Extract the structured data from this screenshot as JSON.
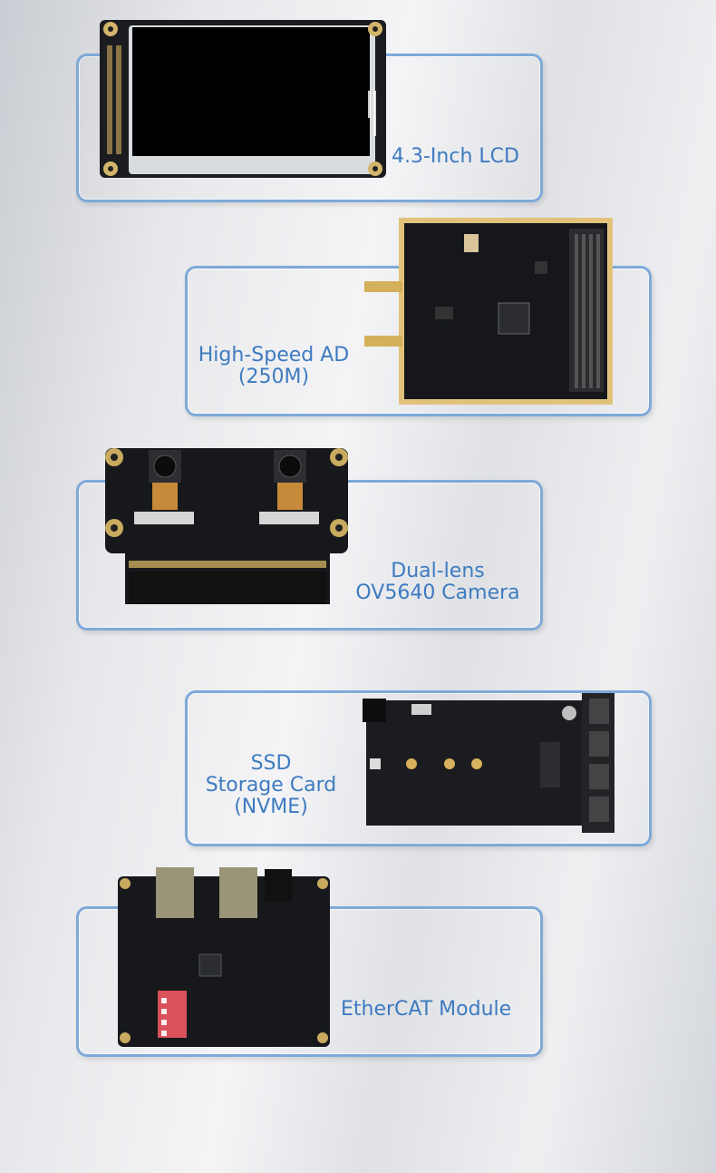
{
  "modules": [
    {
      "label": [
        "4.3-Inch LCD"
      ]
    },
    {
      "label": [
        "High-Speed AD",
        "(250M)"
      ]
    },
    {
      "label": [
        "Dual-lens",
        "OV5640 Camera"
      ]
    },
    {
      "label": [
        "SSD",
        "Storage Card",
        "(NVME)"
      ]
    },
    {
      "label": [
        "EtherCAT Module"
      ]
    }
  ],
  "colors": {
    "frame": "#7ea9d8",
    "label": "#3d7bc0",
    "pcb": "#16181b",
    "gold": "#e2c27a"
  },
  "icons": [
    "lcd-board-image",
    "ad-board-image",
    "camera-board-image",
    "ssd-board-image",
    "ethercat-board-image"
  ]
}
